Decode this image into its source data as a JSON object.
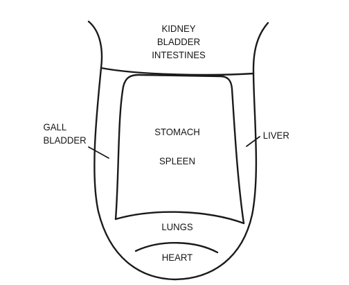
{
  "diagram": {
    "zones": {
      "back": [
        "KIDNEY",
        "BLADDER",
        "INTESTINES"
      ],
      "center": [
        "STOMACH",
        "SPLEEN"
      ],
      "left_side": [
        "GALL",
        "BLADDER"
      ],
      "right_side": "LIVER",
      "front": "LUNGS",
      "tip": "HEART"
    },
    "colors": {
      "stroke": "#1a1a1a",
      "text": "#141414",
      "background": "#ffffff"
    }
  }
}
